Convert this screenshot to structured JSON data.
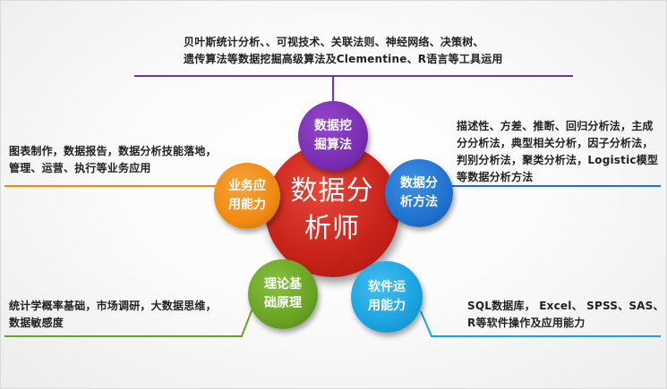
{
  "center": {
    "label": "数据分\n析师",
    "color": "#c9241b"
  },
  "nodes": {
    "mining": {
      "label": "数据挖\n掘算法",
      "color": "#7a2fb3"
    },
    "method": {
      "label": "数据分\n析方法",
      "color": "#1f73cf"
    },
    "software": {
      "label": "软件运\n用能力",
      "color": "#1aa3e0"
    },
    "theory": {
      "label": "理论基\n础原理",
      "color": "#6aa324"
    },
    "business": {
      "label": "业务应\n用能力",
      "color": "#f08a12"
    }
  },
  "descriptions": {
    "mining": "贝叶斯统计分析、、可视技术、关联法则、神经网络、决策树、\n遗传算法等数据挖掘高级算法及Clementine、R语言等工具运用",
    "method": "描述性、方差、推断、回归分析法，主成\n分分析法，典型相关分析，因子分析法，\n判别分析法，聚类分析法，Logistic模型\n等数据分析方法",
    "software": "SQL数据库， Excel、 SPSS、SAS、\nR等软件操作及应用能力",
    "theory": "统计学概率基础，市场调研，大数据思维，\n数据敏感度",
    "business": "图表制作，数据报告，数据分析技能落地，\n管理、运营、执行等业务应用"
  }
}
